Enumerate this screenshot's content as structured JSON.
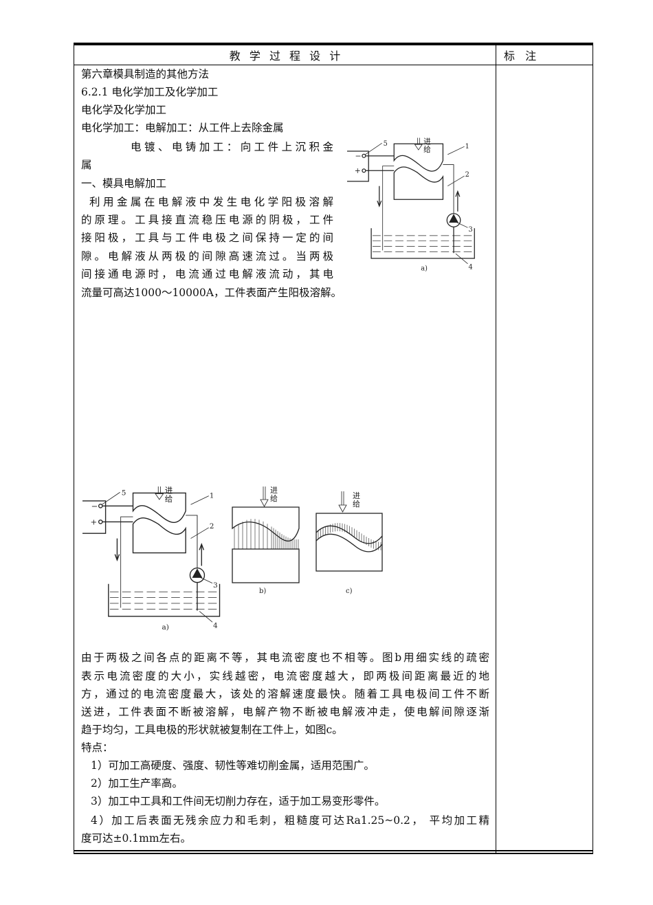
{
  "header": {
    "main": "教 学 过 程 设 计",
    "side": "标 注"
  },
  "content": {
    "chapter": "第六章模具制造的其他方法",
    "section": "6.2.1 电化学加工及化学加工",
    "subtitle": "电化学及化学加工",
    "line1": "电化学加工：电解加工：从工件上去除金属",
    "line2": "电镀、电铸加工：向工件上沉积金",
    "line2b": "属",
    "heading1": "一、模具电解加工",
    "para1": [
      "利用金属在电解液中发生电化学阳极溶解",
      "的原理。工具接直流稳压电源的阴极，工件",
      "接阳极，工具与工件电极之间保持一定的间",
      "隙。电解液从两极的间隙高速流过。当两极",
      "间接通电源时，电流通过电解液流动，其电"
    ],
    "para1_last": "流量可高达1000～10000A，工件表面产生阳极溶解。",
    "para2": [
      "由于两极之间各点的距离不等，其电流密度也不相等。图b用细实线的疏密",
      "表示电流密度的大小，实线越密，电流密度越大，即两极间距离最近的地",
      "方，通过的电流密度最大，该处的溶解速度最快。随着工具电极间工件不断",
      "送进，工件表面不断被溶解，电解产物不断被电解液冲走，使电解间隙逐渐"
    ],
    "para2_last": "趋于均匀，工具电极的形状就被复制在工件上，如图c。",
    "features_title": "特点：",
    "features": [
      "1）可加工高硬度、强度、韧性等难切削金属，适用范围广。",
      "2）加工生产率高。",
      "3）加工中工具和工件间无切削力存在，适于加工易变形零件。"
    ],
    "feature4": "4）加工后表面无残余应力和毛刺，粗糙度可达Ra1.25~0.2， 平均加工精",
    "feature4_last": "度可达±0.1mm左右。"
  },
  "figure": {
    "feed_1": "进",
    "feed_2": "给",
    "minus": "−",
    "plus": "+",
    "n1": "1",
    "n2": "2",
    "n3": "3",
    "n4": "4",
    "n5": "5",
    "a": "a)",
    "b": "b)",
    "c": "c)"
  }
}
